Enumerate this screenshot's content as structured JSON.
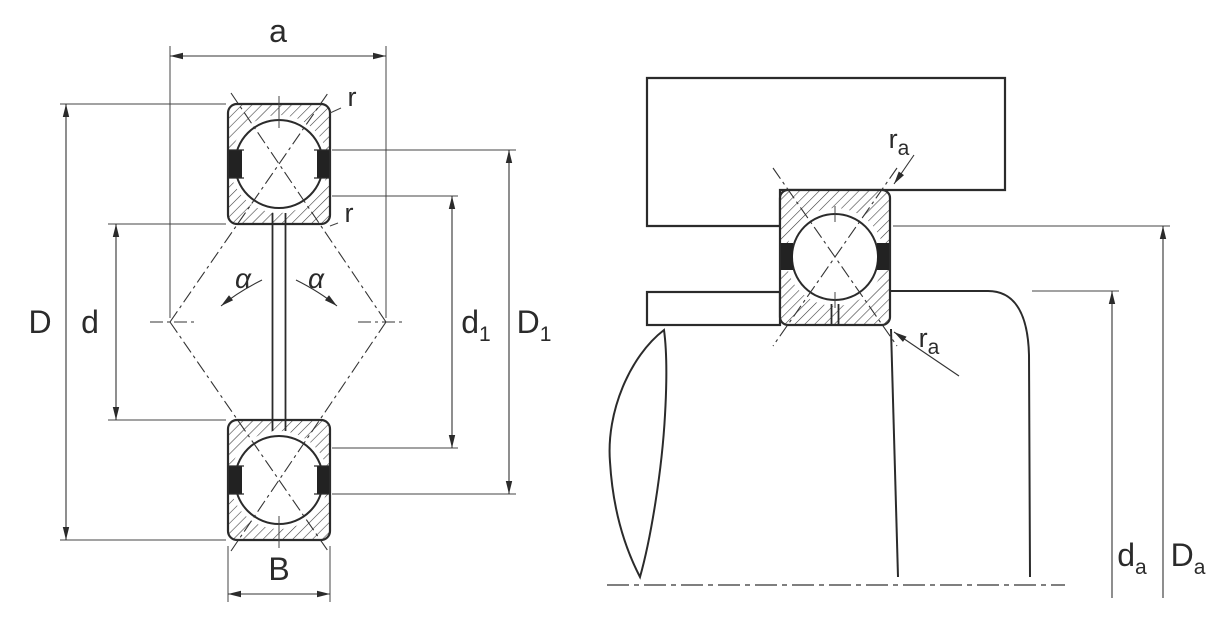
{
  "drawing": {
    "background": "#ffffff",
    "line_color": "#2b2b2b",
    "hatch_color": "#3d3d3d"
  },
  "left_view": {
    "name": "four-point-bearing-cross-section",
    "labels": {
      "a": "a",
      "r_outer": "r",
      "r_inner": "r",
      "alpha_left": "α",
      "alpha_right": "α",
      "D": "D",
      "d": "d",
      "d1_base": "d",
      "d1_sub": "1",
      "D1_base": "D",
      "D1_sub": "1",
      "B": "B"
    }
  },
  "right_view": {
    "name": "mounting-abutment-dimensions",
    "labels": {
      "ra_top_base": "r",
      "ra_top_sub": "a",
      "ra_bottom_base": "r",
      "ra_bottom_sub": "a",
      "da_base": "d",
      "da_sub": "a",
      "Da_base": "D",
      "Da_sub": "a"
    }
  }
}
